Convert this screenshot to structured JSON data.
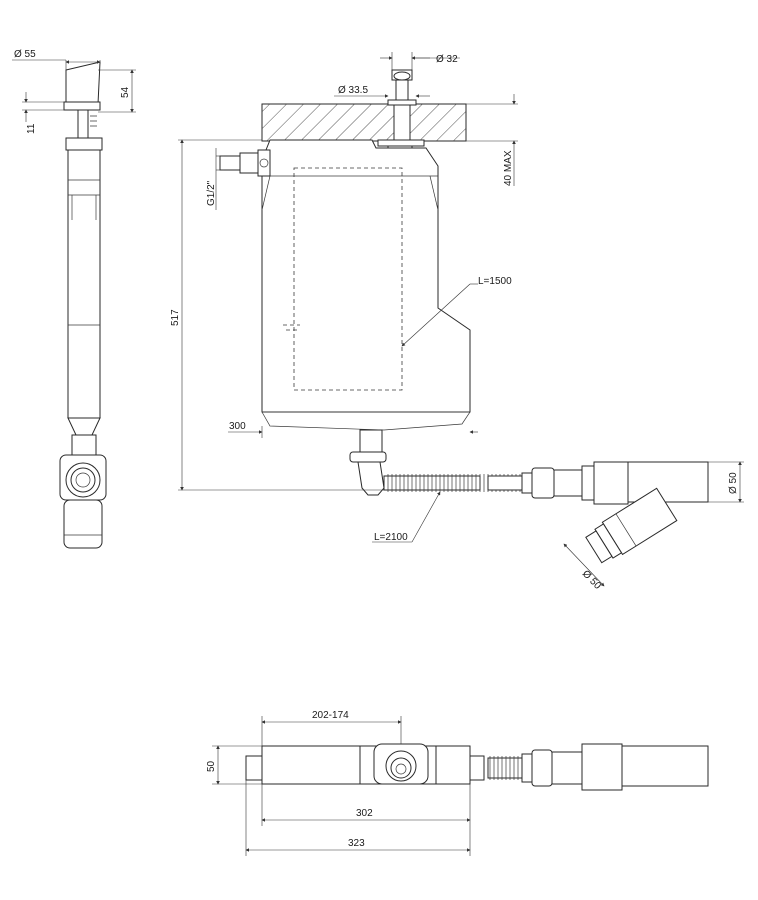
{
  "colors": {
    "line": "#2a2a2a",
    "background": "#ffffff",
    "hatch": "#555555"
  },
  "side_view": {
    "dims": {
      "cap_diameter": "Ø 55",
      "cap_height": "54",
      "offset": "11"
    }
  },
  "front_view": {
    "dims": {
      "top_tube_diameter": "Ø 32",
      "flange_diameter": "Ø 33.5",
      "ceiling_max": "40 MAX",
      "inlet_thread": "G1/2\"",
      "height": "517",
      "hose_length_top": "L=1500",
      "bottom_offset": "300",
      "hose_length_bottom": "L=2100",
      "outlet_diameter": "Ø 50",
      "branch_diameter": "Ø 50"
    }
  },
  "plan_view": {
    "dims": {
      "spacing": "202-174",
      "depth": "50",
      "width_inner": "302",
      "width_total": "323"
    }
  }
}
